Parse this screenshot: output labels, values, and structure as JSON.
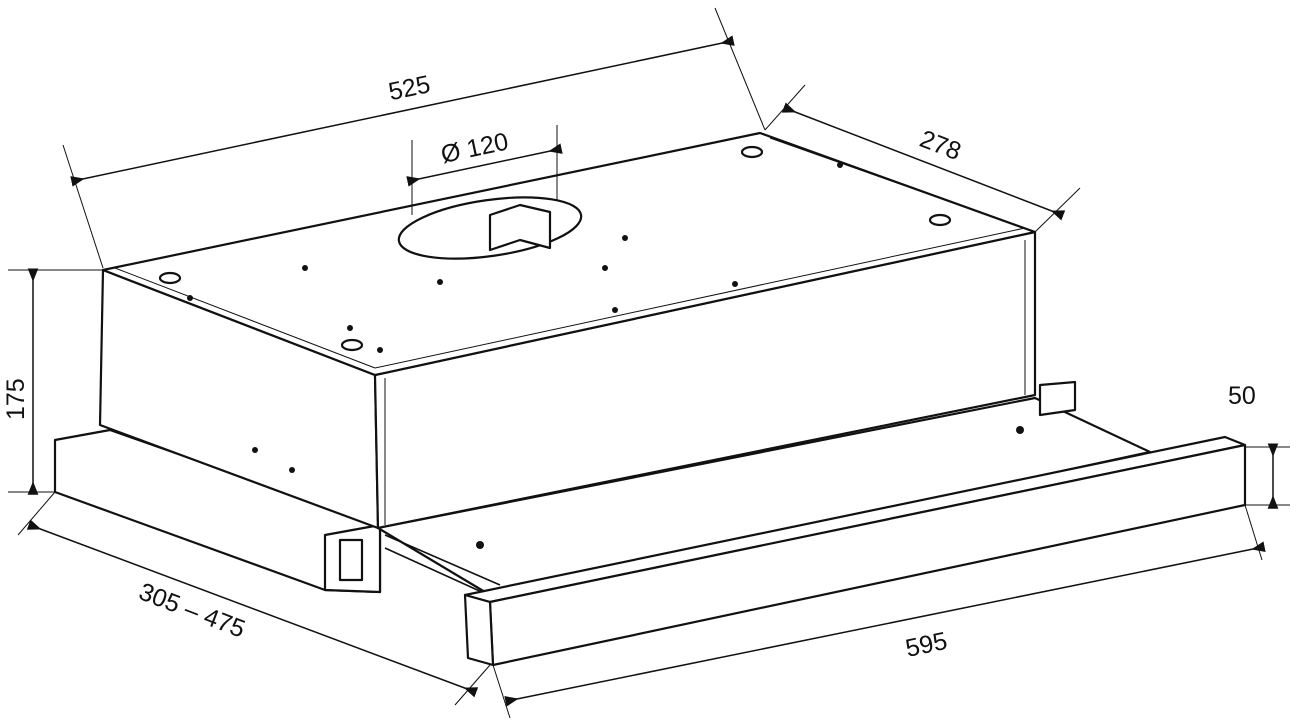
{
  "dimensions": {
    "width_top": "525",
    "duct_diameter": "Ø 120",
    "depth": "278",
    "height": "175",
    "panel_height": "50",
    "extension_depth": "305 – 475",
    "width_front": "595"
  }
}
